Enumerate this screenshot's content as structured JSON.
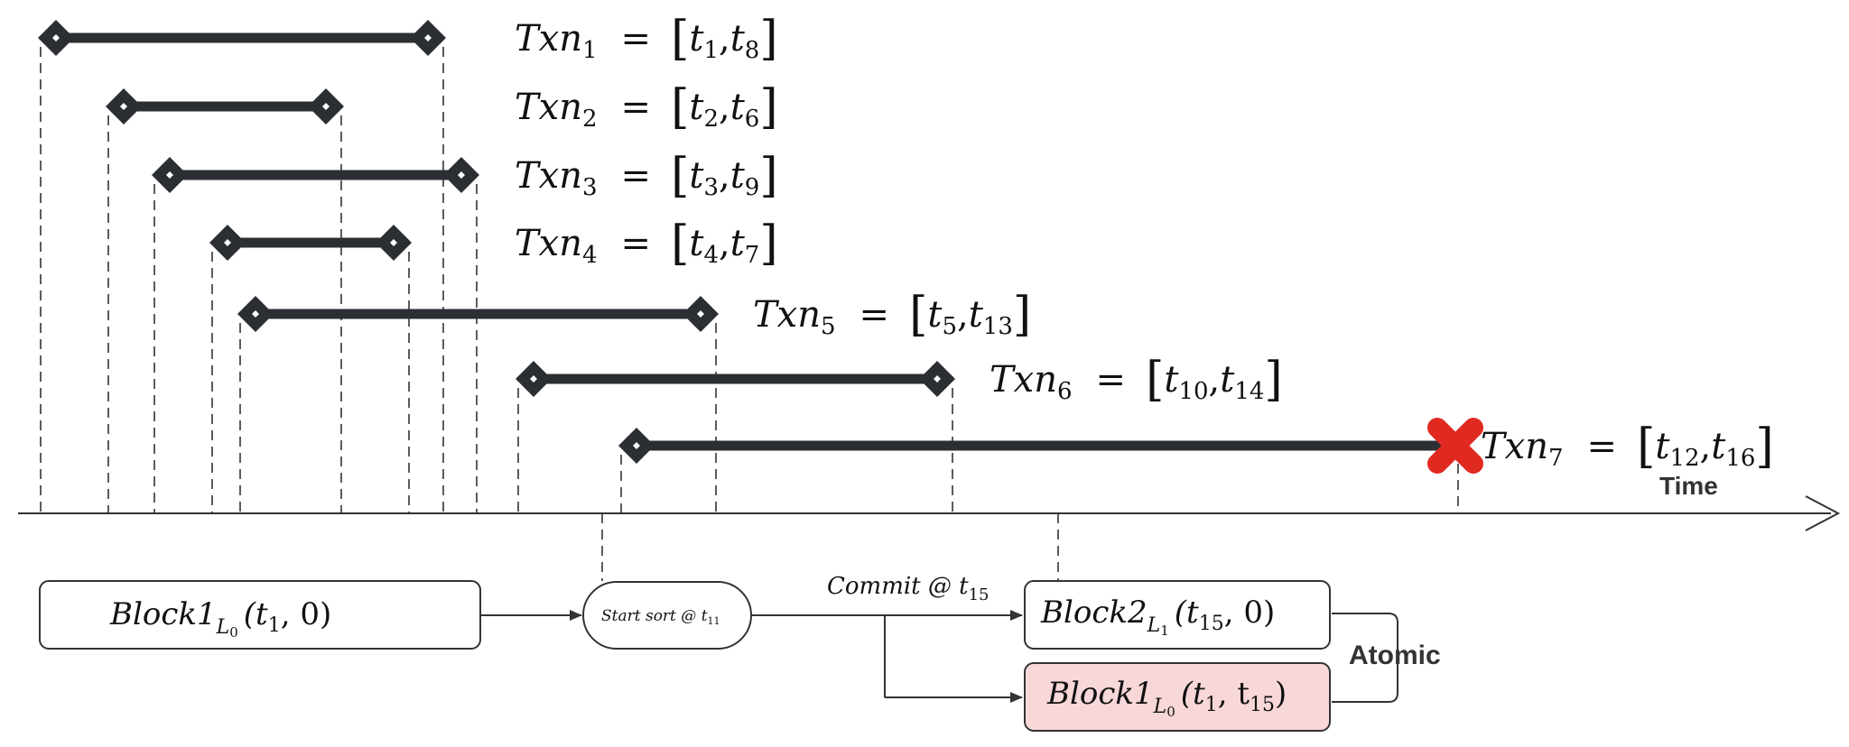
{
  "diagram": {
    "txns": [
      {
        "name": "Txn",
        "sub": "1",
        "start": "t",
        "start_sub": "1",
        "end": "t",
        "end_sub": "8",
        "aborted": false
      },
      {
        "name": "Txn",
        "sub": "2",
        "start": "t",
        "start_sub": "2",
        "end": "t",
        "end_sub": "6",
        "aborted": false
      },
      {
        "name": "Txn",
        "sub": "3",
        "start": "t",
        "start_sub": "3",
        "end": "t",
        "end_sub": "9",
        "aborted": false
      },
      {
        "name": "Txn",
        "sub": "4",
        "start": "t",
        "start_sub": "4",
        "end": "t",
        "end_sub": "7",
        "aborted": false
      },
      {
        "name": "Txn",
        "sub": "5",
        "start": "t",
        "start_sub": "5",
        "end": "t",
        "end_sub": "13",
        "aborted": false
      },
      {
        "name": "Txn",
        "sub": "6",
        "start": "t",
        "start_sub": "10",
        "end": "t",
        "end_sub": "14",
        "aborted": false
      },
      {
        "name": "Txn",
        "sub": "7",
        "start": "t",
        "start_sub": "12",
        "end": "t",
        "end_sub": "16",
        "aborted": true
      }
    ],
    "eq": "=",
    "lbracket": "[",
    "rbracket": "]",
    "comma": ",",
    "axis_label": "Time",
    "block1": {
      "name": "Block1",
      "level": "L",
      "level_sub": "0",
      "args": "(t",
      "args_sub": "1",
      "args_tail": ",  0)"
    },
    "sort": {
      "label": "Start sort @ t",
      "sub": "11"
    },
    "commit": {
      "label": "Commit @ t",
      "sub": "15"
    },
    "block2": {
      "name": "Block2",
      "level": "L",
      "level_sub": "1",
      "args": "(t",
      "args_sub": "15",
      "args_tail": ",  0)"
    },
    "block1_new": {
      "name": "Block1",
      "level": "L",
      "level_sub": "0",
      "args": "(t",
      "args_sub": "1",
      "args_mid": ",  t",
      "args_sub2": "15",
      "args_tail": ")"
    },
    "atomic": "Atomic",
    "colors": {
      "bar": "#2b2e33",
      "abort": "#e02a21",
      "pink_box": "#f8d7d8"
    }
  }
}
